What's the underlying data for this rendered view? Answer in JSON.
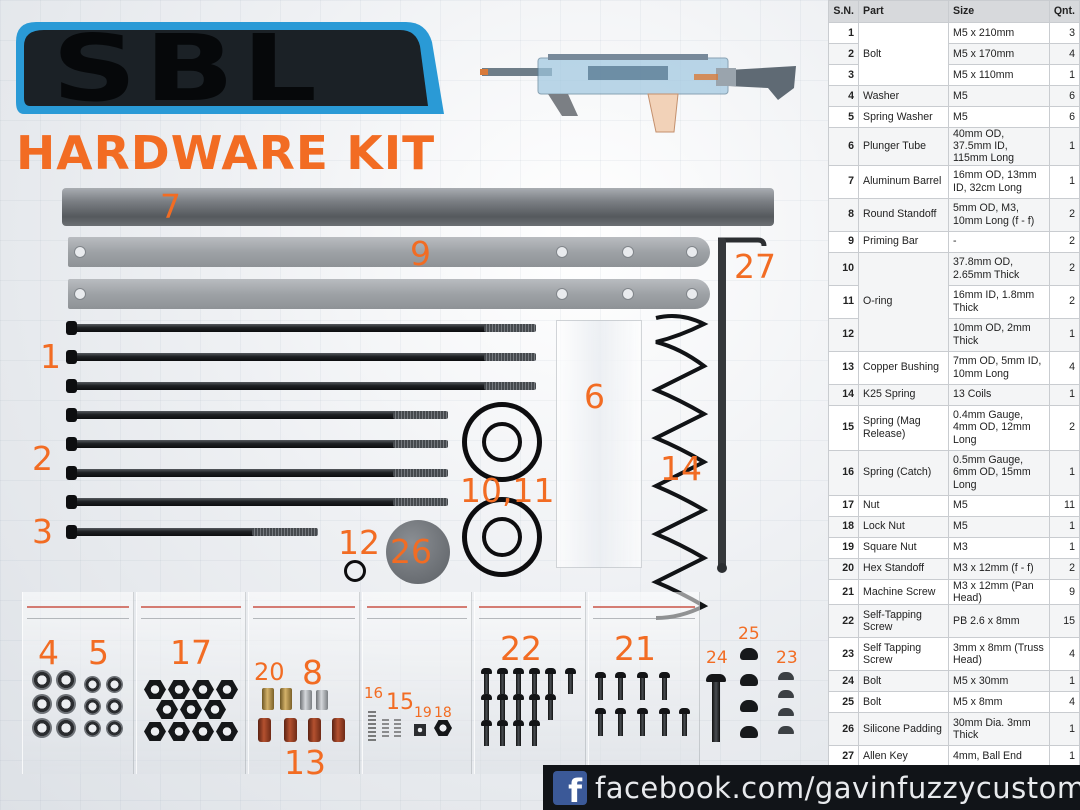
{
  "header": {
    "logo_text": "SBL",
    "subtitle": "HARDWARE KIT"
  },
  "labels": {
    "n1": "1",
    "n2": "2",
    "n3": "3",
    "n4": "4",
    "n5": "5",
    "n6": "6",
    "n7": "7",
    "n8": "8",
    "n9": "9",
    "n10_11": "10,11",
    "n12": "12",
    "n13": "13",
    "n14": "14",
    "n15": "15",
    "n16": "16",
    "n17": "17",
    "n18": "18",
    "n19": "19",
    "n20": "20",
    "n21": "21",
    "n22": "22",
    "n23": "23",
    "n24": "24",
    "n25": "25",
    "n26": "26",
    "n27": "27"
  },
  "table": {
    "headers": {
      "sn": "S.N.",
      "part": "Part",
      "size": "Size",
      "qnt": "Qnt."
    },
    "rows": [
      {
        "sn": "1",
        "part": "",
        "size": "M5 x 210mm",
        "qnt": "3"
      },
      {
        "sn": "2",
        "part": "Bolt",
        "size": "M5 x 170mm",
        "qnt": "4"
      },
      {
        "sn": "3",
        "part": "",
        "size": "M5 x 110mm",
        "qnt": "1"
      },
      {
        "sn": "4",
        "part": "Washer",
        "size": "M5",
        "qnt": "6"
      },
      {
        "sn": "5",
        "part": "Spring Washer",
        "size": "M5",
        "qnt": "6"
      },
      {
        "sn": "6",
        "part": "Plunger Tube",
        "size": "40mm OD, 37.5mm ID, 115mm Long",
        "qnt": "1"
      },
      {
        "sn": "7",
        "part": "Aluminum Barrel",
        "size": "16mm OD, 13mm ID, 32cm Long",
        "qnt": "1"
      },
      {
        "sn": "8",
        "part": "Round Standoff",
        "size": "5mm OD, M3, 10mm Long (f - f)",
        "qnt": "2"
      },
      {
        "sn": "9",
        "part": "Priming Bar",
        "size": "-",
        "qnt": "2"
      },
      {
        "sn": "10",
        "part": "",
        "size": "37.8mm OD, 2.65mm Thick",
        "qnt": "2"
      },
      {
        "sn": "11",
        "part": "O-ring",
        "size": "16mm ID, 1.8mm Thick",
        "qnt": "2"
      },
      {
        "sn": "12",
        "part": "",
        "size": "10mm OD, 2mm Thick",
        "qnt": "1"
      },
      {
        "sn": "13",
        "part": "Copper Bushing",
        "size": "7mm OD, 5mm ID, 10mm Long",
        "qnt": "4"
      },
      {
        "sn": "14",
        "part": "K25 Spring",
        "size": "13 Coils",
        "qnt": "1"
      },
      {
        "sn": "15",
        "part": "Spring (Mag Release)",
        "size": "0.4mm Gauge, 4mm OD, 12mm Long",
        "qnt": "2"
      },
      {
        "sn": "16",
        "part": "Spring (Catch)",
        "size": "0.5mm Gauge, 6mm OD, 15mm Long",
        "qnt": "1"
      },
      {
        "sn": "17",
        "part": "Nut",
        "size": "M5",
        "qnt": "11"
      },
      {
        "sn": "18",
        "part": "Lock Nut",
        "size": "M5",
        "qnt": "1"
      },
      {
        "sn": "19",
        "part": "Square Nut",
        "size": "M3",
        "qnt": "1"
      },
      {
        "sn": "20",
        "part": "Hex Standoff",
        "size": "M3 x 12mm (f - f)",
        "qnt": "2"
      },
      {
        "sn": "21",
        "part": "Machine Screw",
        "size": "M3 x 12mm (Pan Head)",
        "qnt": "9"
      },
      {
        "sn": "22",
        "part": "Self-Tapping Screw",
        "size": "PB 2.6 x 8mm",
        "qnt": "15"
      },
      {
        "sn": "23",
        "part": "Self Tapping Screw",
        "size": "3mm x 8mm (Truss Head)",
        "qnt": "4"
      },
      {
        "sn": "24",
        "part": "Bolt",
        "size": "M5 x 30mm",
        "qnt": "1"
      },
      {
        "sn": "25",
        "part": "Bolt",
        "size": "M5 x 8mm",
        "qnt": "4"
      },
      {
        "sn": "26",
        "part": "Silicone Padding",
        "size": "30mm Dia. 3mm Thick",
        "qnt": "1"
      },
      {
        "sn": "27",
        "part": "Allen Key",
        "size": "4mm, Ball End",
        "qnt": "1"
      }
    ]
  },
  "footer": {
    "facebook_icon": "facebook-icon",
    "facebook_glyph": "f",
    "url": "facebook.com/gavinfuzzycustoms"
  },
  "colors": {
    "accent": "#f26c23",
    "logo_frame": "#2a9ad6",
    "logo_text": "#0e1114"
  }
}
